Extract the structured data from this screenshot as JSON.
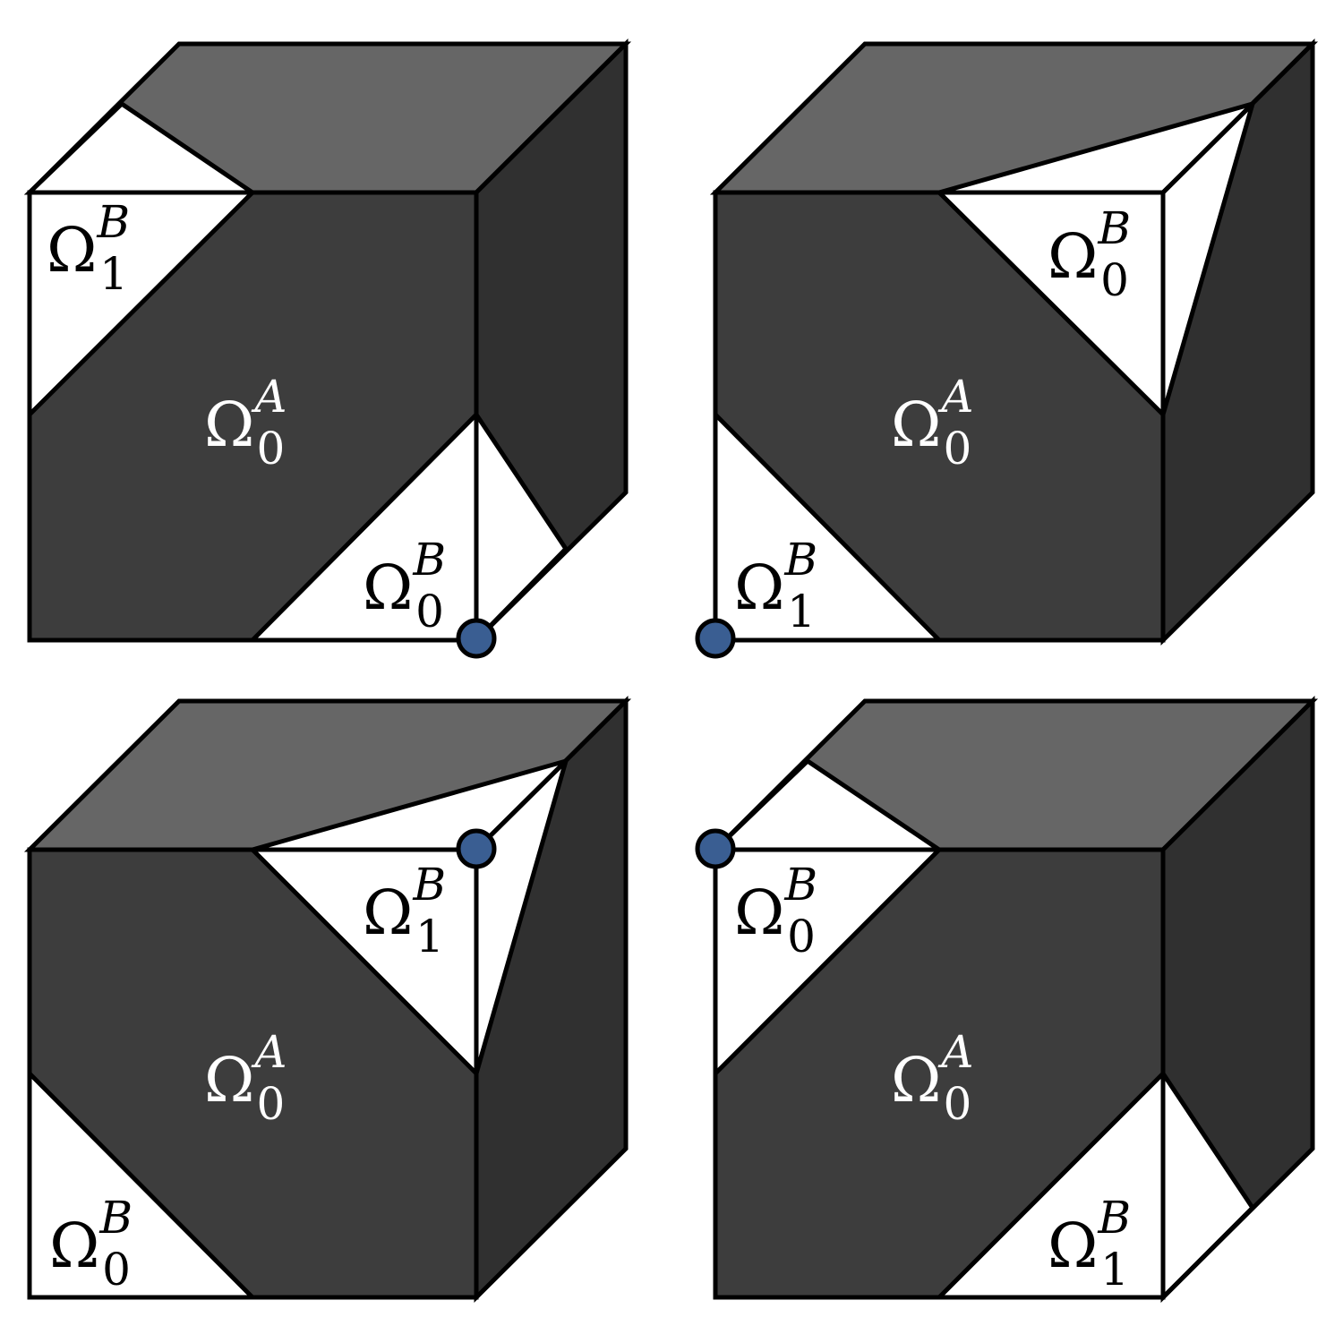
{
  "colors": {
    "front_face": "#3d3d3d",
    "top_face": "#666666",
    "right_face": "#303030",
    "region_B": "#ffffff",
    "vertex_marker": "#3a5e92",
    "outline": "#000000",
    "label_on_dark": "#ffffff",
    "label_on_white": "#000000"
  },
  "symbols": {
    "omega": "Ω"
  },
  "cubes": [
    {
      "labels": {
        "region_a": {
          "sup": "A",
          "sub": "0"
        },
        "region_b_upper_left": {
          "sup": "B",
          "sub": "1"
        },
        "region_b_lower": {
          "sup": "B",
          "sub": "0"
        }
      }
    },
    {
      "labels": {
        "region_a": {
          "sup": "A",
          "sub": "0"
        },
        "region_b_upper": {
          "sup": "B",
          "sub": "0"
        },
        "region_b_lower_left": {
          "sup": "B",
          "sub": "1"
        }
      }
    },
    {
      "labels": {
        "region_a": {
          "sup": "A",
          "sub": "0"
        },
        "region_b_upper": {
          "sup": "B",
          "sub": "1"
        },
        "region_b_lower_left": {
          "sup": "B",
          "sub": "0"
        }
      }
    },
    {
      "labels": {
        "region_a": {
          "sup": "A",
          "sub": "0"
        },
        "region_b_upper_left": {
          "sup": "B",
          "sub": "0"
        },
        "region_b_lower": {
          "sup": "B",
          "sub": "1"
        }
      }
    }
  ]
}
